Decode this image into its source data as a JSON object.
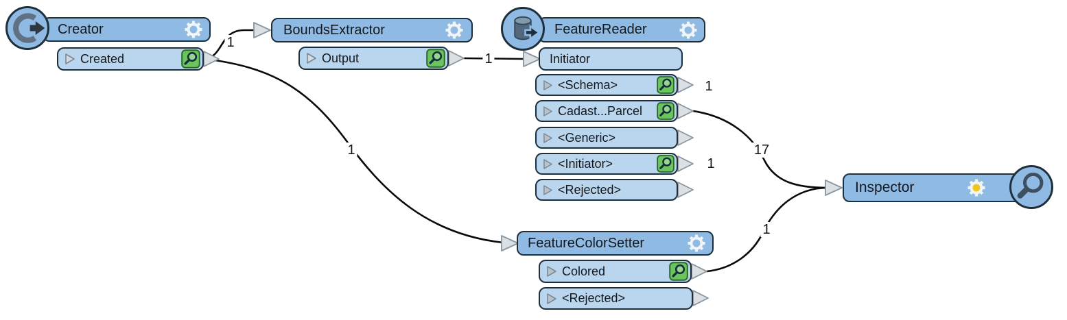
{
  "app": "workflow-canvas",
  "colors": {
    "header_fill": "#8fbae4",
    "port_fill": "#bad5ee",
    "node_border": "#1e2f3c",
    "magnifier_green": "#6cc45f",
    "magnifier_green_border": "#2a6b2c",
    "gear_white": "#f2f5f7",
    "gear_highlight_yellow": "#f2c61d",
    "connection_line": "#0a0a0a",
    "arrow_fill": "#dbe0e5",
    "arrow_border": "#8b959d",
    "icon_slate": "#53687d"
  },
  "nodes": {
    "creator": {
      "title": "Creator",
      "icon": "creator-loop-arrow",
      "ports": {
        "created": {
          "name": "Created",
          "magnifier": true
        }
      }
    },
    "bounds_extractor": {
      "title": "BoundsExtractor",
      "ports": {
        "output": {
          "name": "Output",
          "magnifier": true
        }
      }
    },
    "feature_reader": {
      "title": "FeatureReader",
      "icon": "database-read",
      "input_ports": {
        "initiator": {
          "name": "Initiator"
        }
      },
      "ports": {
        "schema": {
          "name": "<Schema>",
          "magnifier": true,
          "count": "1"
        },
        "cadastral": {
          "name": "Cadast...Parcel",
          "magnifier": true
        },
        "generic": {
          "name": "<Generic>",
          "magnifier": false
        },
        "initiator": {
          "name": "<Initiator>",
          "magnifier": true,
          "count": "1"
        },
        "rejected": {
          "name": "<Rejected>",
          "magnifier": false
        }
      }
    },
    "feature_color_setter": {
      "title": "FeatureColorSetter",
      "ports": {
        "colored": {
          "name": "Colored",
          "magnifier": true
        },
        "rejected": {
          "name": "<Rejected>",
          "magnifier": false
        }
      }
    },
    "inspector": {
      "title": "Inspector",
      "icon": "magnifier",
      "gear_highlighted": true
    }
  },
  "connections": {
    "created_to_boundsextractor": {
      "from": "Creator.Created",
      "to": "BoundsExtractor",
      "count": "1"
    },
    "output_to_initiator": {
      "from": "BoundsExtractor.Output",
      "to": "FeatureReader.Initiator",
      "count": "1"
    },
    "created_to_featurecolorsetter": {
      "from": "Creator.Created",
      "to": "FeatureColorSetter",
      "count": "1"
    },
    "cadastral_to_inspector": {
      "from": "FeatureReader.Cadast...Parcel",
      "to": "Inspector",
      "count": "17"
    },
    "colored_to_inspector": {
      "from": "FeatureColorSetter.Colored",
      "to": "Inspector",
      "count": "1"
    }
  },
  "port_counts": {
    "schema": "1",
    "initiator_out": "1"
  }
}
